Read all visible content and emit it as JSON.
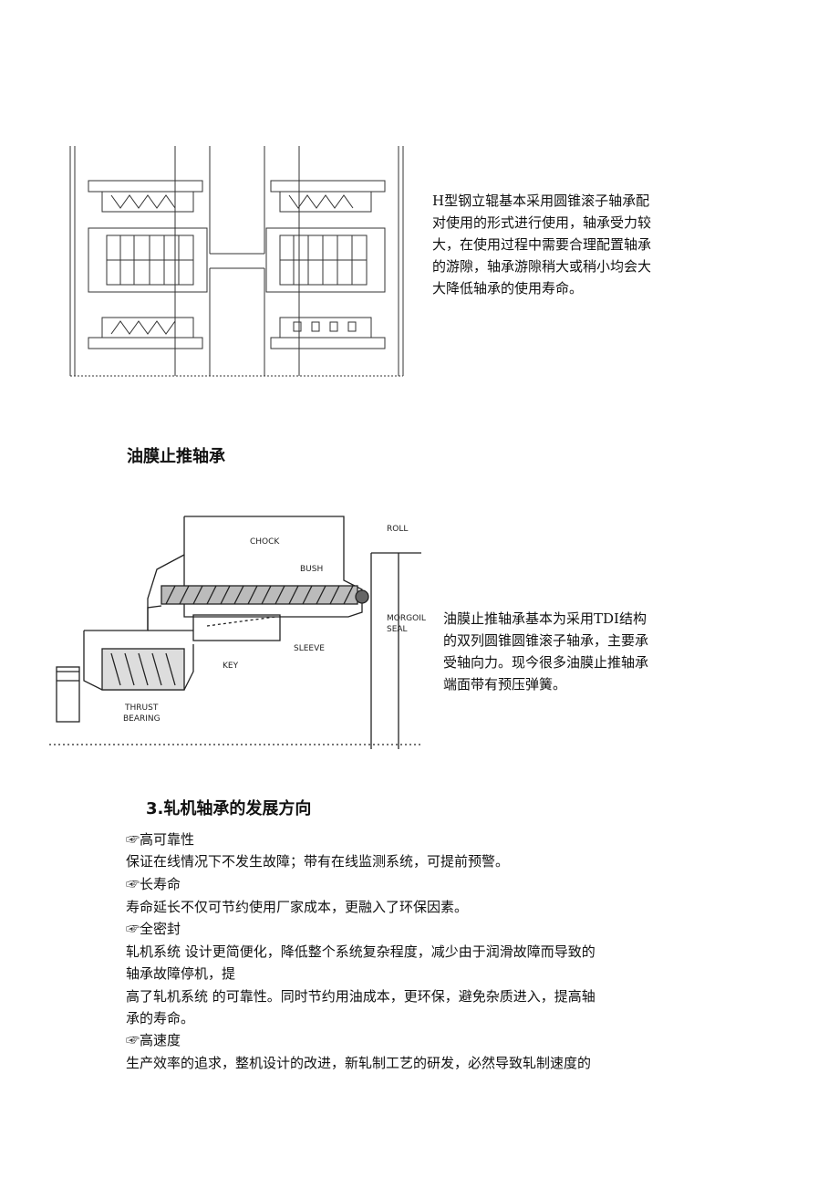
{
  "figure1": {
    "caption": "H型钢立辊基本采用圆锥滚子轴承配对使用的形式进行使用，轴承受力较大，在使用过程中需要合理配置轴承的游隙，轴承游隙稍大或稍小均会大大降低轴承的使用寿命。",
    "lines": [
      "H型钢立辊基本采用圆锥滚子轴承配",
      "对使用的形式进行使用，轴承受力较",
      "大，在使用过程中需要合理配置轴承",
      "的游隙，轴承游隙稍大或稍小均会大",
      "大降低轴承的使用寿命。"
    ]
  },
  "section_title": "油膜止推轴承",
  "figure2": {
    "labels": {
      "chock": "CHOCK",
      "roll": "ROLL",
      "bush": "BUSH",
      "morgoil": "MORGOIL",
      "seal": "SEAL",
      "key": "KEY",
      "sleeve": "SLEEVE",
      "thrust": "THRUST",
      "bearing": "BEARING"
    },
    "lines": [
      "油膜止推轴承基本为采用TDI结构",
      "的双列圆锥圆锥滚子轴承，主要承",
      "受轴向力。现今很多油膜止推轴承",
      "端面带有预压弹簧。"
    ]
  },
  "section3": {
    "title": "3.轧机轴承的发展方向",
    "items": [
      {
        "head": "☞高可靠性",
        "body": [
          " 保证在线情况下不发生故障；带有在线监测系统，可提前预警。"
        ]
      },
      {
        "head": "☞长寿命",
        "body": [
          "寿命延长不仅可节约使用厂家成本，更融入了环保因素。"
        ]
      },
      {
        "head": "☞全密封",
        "body": [
          "轧机系统 设计更简便化，降低整个系统复杂程度，减少由于润滑故障而导致的",
          "轴承故障停机，提",
          "高了轧机系统 的可靠性。同时节约用油成本，更环保，避免杂质进入，提高轴",
          "承的寿命。"
        ]
      },
      {
        "head": "☞高速度",
        "body": [
          "生产效率的追求，整机设计的改进，新轧制工艺的研发，必然导致轧制速度的"
        ]
      }
    ]
  }
}
